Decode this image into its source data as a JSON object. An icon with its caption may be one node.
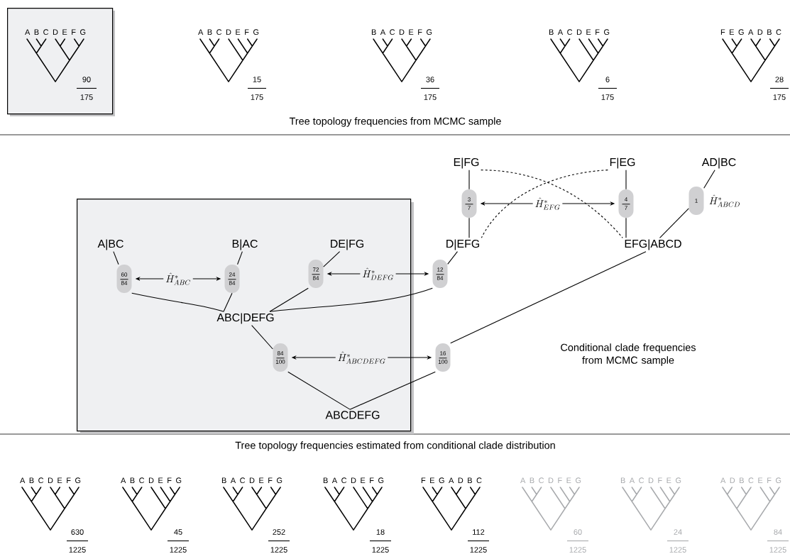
{
  "diagram": {
    "nodes": [
      {
        "text": [
          "A B C D E F G",
          "90",
          "175"
        ]
      },
      {
        "text": [],
        "shape": "box"
      },
      {
        "text": [
          "A|BC"
        ],
        "in": 1
      },
      {
        "text": [
          "60",
          "84"
        ],
        "in": 1
      },
      {
        "text": [
          "24",
          "84"
        ],
        "in": 1
      },
      {
        "text": [
          "B|AC"
        ],
        "in": 1
      },
      {
        "text": [
          "DE|FG"
        ],
        "in": 1
      },
      {
        "text": [
          "72",
          "84"
        ],
        "in": 1
      },
      {
        "text": [
          "12",
          "84"
        ]
      },
      {
        "text": [
          "D|EFG"
        ]
      },
      {
        "text": [
          "E|FG"
        ]
      },
      {
        "text": [
          "3",
          "7"
        ]
      },
      {
        "text": [
          "F|EG"
        ]
      },
      {
        "text": [
          "4",
          "7"
        ]
      },
      {
        "text": [
          "AD|BC"
        ]
      },
      {
        "text": [
          "1"
        ],
        "beside": [
          "\\hat{H}^*_{ABCD}"
        ]
      },
      {
        "text": [
          "EFG|ABCD"
        ]
      },
      {
        "text": [
          "ABC|DEFG"
        ],
        "in": 1
      },
      {
        "text": [
          "84",
          "100"
        ],
        "in": 1
      },
      {
        "text": [
          "16",
          "100"
        ]
      },
      {
        "text": [
          "ABCDEFG"
        ],
        "in": 1
      }
    ],
    "edges": [
      {
        "from": 2,
        "to": 3,
        "arrow": "none"
      },
      {
        "from": 3,
        "to": 17,
        "arrow": "none"
      },
      {
        "from": 5,
        "to": 4,
        "arrow": "none"
      },
      {
        "from": 4,
        "to": 17,
        "arrow": "none"
      },
      {
        "from": 6,
        "to": 7,
        "arrow": "none"
      },
      {
        "from": 7,
        "to": 17,
        "arrow": "none"
      },
      {
        "from": 9,
        "to": 8,
        "arrow": "none"
      },
      {
        "from": 8,
        "to": 17,
        "arrow": "none"
      },
      {
        "from": 17,
        "to": 18,
        "arrow": "none"
      },
      {
        "from": 18,
        "to": 20,
        "arrow": "none"
      },
      {
        "from": 16,
        "to": 19,
        "arrow": "none"
      },
      {
        "from": 19,
        "to": 20,
        "arrow": "none"
      },
      {
        "from": 10,
        "to": 11,
        "arrow": "none"
      },
      {
        "from": 11,
        "to": 9,
        "arrow": "none"
      },
      {
        "from": 12,
        "to": 13,
        "arrow": "none"
      },
      {
        "from": 13,
        "to": 16,
        "arrow": "none"
      },
      {
        "from": 10,
        "to": 16,
        "arrow": "none",
        "style": "dashed"
      },
      {
        "from": 12,
        "to": 9,
        "arrow": "none",
        "style": "dashed"
      },
      {
        "from": 14,
        "to": 15,
        "arrow": "none"
      },
      {
        "from": 15,
        "to": 16,
        "arrow": "none"
      },
      {
        "from": 3,
        "to": 4,
        "arrow": "both",
        "label": "\\hat{H}^*_{ABC}"
      },
      {
        "from": 7,
        "to": 8,
        "arrow": "both",
        "label": "\\hat{H}^*_{DEFG}"
      },
      {
        "from": 18,
        "to": 19,
        "arrow": "both",
        "label": "\\hat{H}^*_{ABCDEFG}"
      },
      {
        "from": 11,
        "to": 13,
        "arrow": "both",
        "label": "\\hat{H}^*_{EFG}"
      }
    ],
    "labels": [
      "A B C D E F G",
      "15",
      "175",
      "B A C D E F G",
      "36",
      "175",
      "B A C D E F G",
      "6",
      "175",
      "F E G A D B C",
      "28",
      "175",
      "Tree topology frequencies from MCMC sample",
      "Conditional clade frequencies from MCMC sample",
      "Tree topology frequencies estimated from conditional clade distribution",
      "A B C D E F G",
      "630",
      "1225",
      "A B C D E F G",
      "45",
      "1225",
      "B A C D E F G",
      "252",
      "1225",
      "B A C D E F G",
      "18",
      "1225",
      "F E G A D B C",
      "112",
      "1225",
      "A B C D F E G",
      "60",
      "1225",
      "B A C D F E G",
      "24",
      "1225",
      "A D B C E F G",
      "84",
      "1225"
    ]
  }
}
